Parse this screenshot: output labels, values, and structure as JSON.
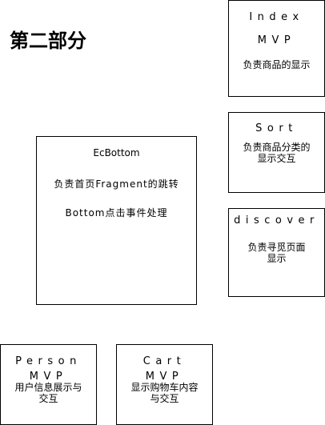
{
  "heading": "第二部分",
  "nodes": {
    "index": {
      "title": "Index",
      "subtitle": "MVP",
      "desc": "负责商品的显示"
    },
    "sort": {
      "title": "Sort",
      "desc_line1": "负责商品分类的",
      "desc_line2": "显示交互"
    },
    "discover": {
      "title": "discover",
      "desc_line1": "负责寻觅页面",
      "desc_line2": "显示"
    },
    "ecbottom": {
      "title": "EcBottom",
      "line1": "负责首页Fragment的跳转",
      "line2": "Bottom点击事件处理"
    },
    "person": {
      "title": "Person",
      "subtitle": "MVP",
      "desc_line1": "用户信息展示与",
      "desc_line2": "交互"
    },
    "cart": {
      "title": "Cart",
      "subtitle": "MVP",
      "desc_line1": "显示购物车内容",
      "desc_line2": "与交互"
    }
  }
}
